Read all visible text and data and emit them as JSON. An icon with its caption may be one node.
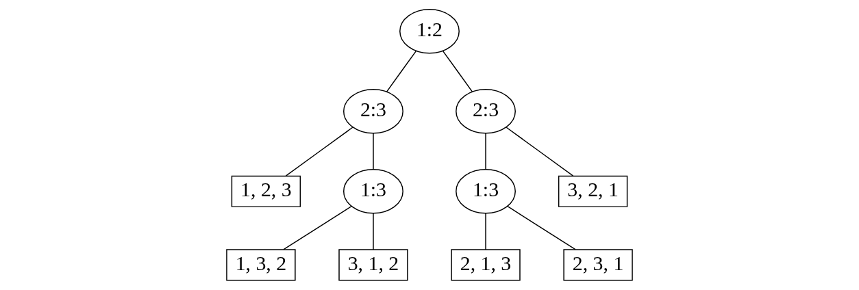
{
  "diagram": {
    "nodes": [
      {
        "text": [
          "1:2"
        ]
      },
      {
        "text": [
          "2:3"
        ]
      },
      {
        "text": [
          "2:3"
        ]
      },
      {
        "text": [
          "1, 2, 3"
        ]
      },
      {
        "text": [
          "1:3"
        ]
      },
      {
        "text": [
          "1:3"
        ]
      },
      {
        "text": [
          "3, 2, 1"
        ]
      },
      {
        "text": [
          "1, 3, 2"
        ]
      },
      {
        "text": [
          "3, 1, 2"
        ]
      },
      {
        "text": [
          "2, 1, 3"
        ]
      },
      {
        "text": [
          "2, 3, 1"
        ]
      }
    ],
    "edges": [
      {
        "from": 0,
        "to": 1,
        "arrow": "none"
      },
      {
        "from": 0,
        "to": 2,
        "arrow": "none"
      },
      {
        "from": 1,
        "to": 3,
        "arrow": "none"
      },
      {
        "from": 1,
        "to": 4,
        "arrow": "none"
      },
      {
        "from": 2,
        "to": 5,
        "arrow": "none"
      },
      {
        "from": 2,
        "to": 6,
        "arrow": "none"
      },
      {
        "from": 4,
        "to": 7,
        "arrow": "none"
      },
      {
        "from": 4,
        "to": 8,
        "arrow": "none"
      },
      {
        "from": 5,
        "to": 9,
        "arrow": "none"
      },
      {
        "from": 5,
        "to": 10,
        "arrow": "none"
      }
    ]
  }
}
